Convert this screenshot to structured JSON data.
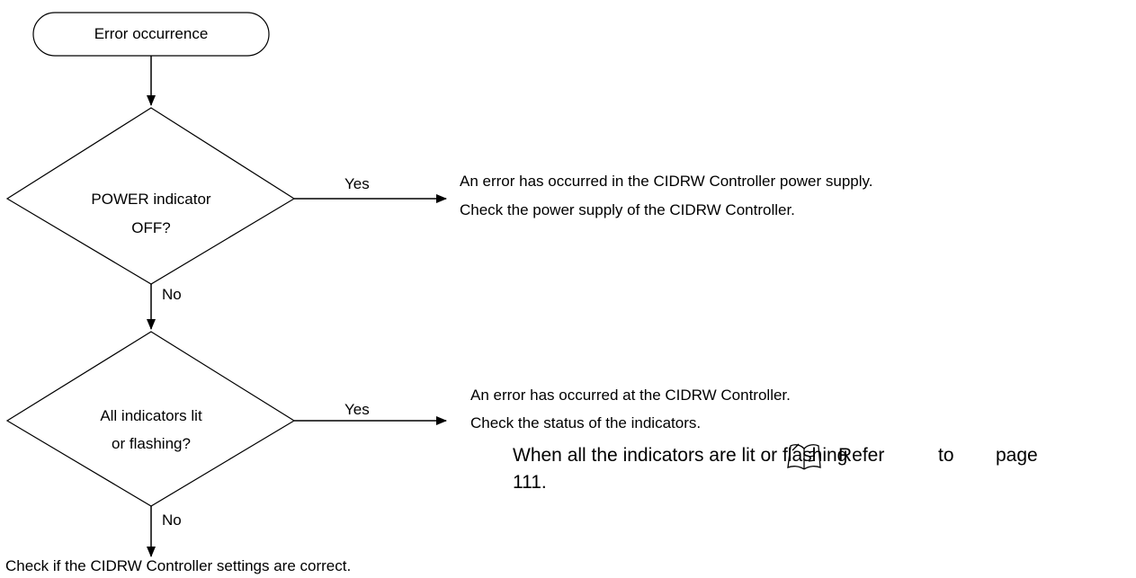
{
  "start": {
    "label": "Error occurrence"
  },
  "decision1": {
    "line1": "POWER indicator",
    "line2": "OFF?",
    "yes": "Yes",
    "no": "No"
  },
  "result1": {
    "line1": "An error has occurred in the CIDRW Controller power supply.",
    "line2": "Check the power supply of the CIDRW Controller."
  },
  "decision2": {
    "line1": "All indicators lit",
    "line2": "or flashing?",
    "yes": "Yes",
    "no": "No"
  },
  "result2": {
    "line1": "An error has occurred at the CIDRW Controller.",
    "line2": "Check the status of the indicators.",
    "ref_text": "When all the indicators are lit or flashing",
    "ref_words": [
      "Refer",
      "to",
      "page"
    ],
    "ref_page": "111.",
    "ref_icon": "manual-book-icon"
  },
  "final": {
    "label": "Check if the CIDRW Controller settings are correct."
  }
}
